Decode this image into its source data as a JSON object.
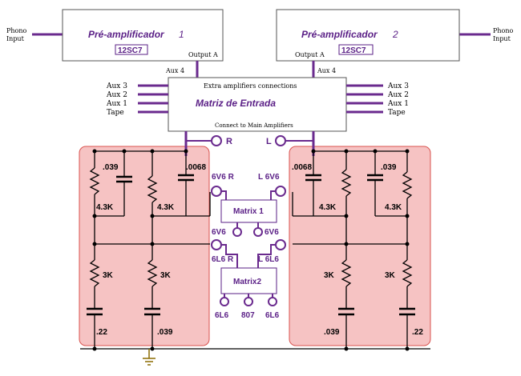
{
  "colors": {
    "purple": "#6a2a8e",
    "wire": "#000000",
    "pink": "#f6c3c3",
    "pink_border": "#d9534f",
    "box_border": "#555555",
    "chip_text": "#5a1f86"
  },
  "phono_left": {
    "line1": "Phono",
    "line2": "Input"
  },
  "phono_right": {
    "line1": "Phono",
    "line2": "Input"
  },
  "preamp_left": {
    "title": "Pré-amplificador",
    "number": "1",
    "tube": "12SC7",
    "output": "Output A"
  },
  "preamp_right": {
    "title": "Pré-amplificador",
    "number": "2",
    "tube": "12SC7",
    "output": "Output A"
  },
  "aux4_left": "Aux 4",
  "aux4_right": "Aux 4",
  "matriz": {
    "top_label": "Extra amplifiers connections",
    "title": "Matriz de Entrada",
    "bottom_label": "Connect to Main Amplifiers"
  },
  "inputs_left": [
    "Aux 3",
    "Aux 2",
    "Aux 1",
    "Tape"
  ],
  "inputs_right": [
    "Aux 3",
    "Aux 2",
    "Aux 1",
    "Tape"
  ],
  "channel_r": "R",
  "channel_l": "L",
  "left_network": {
    "cap1": ".039",
    "res1": "4.3K",
    "res2": "4.3K",
    "cap2": ".0068",
    "res3": "3K",
    "res4": "3K",
    "cap3": ".22",
    "cap4": ".039"
  },
  "right_network": {
    "cap1": ".0068",
    "res1": "4.3K",
    "cap2": ".039",
    "res2": "4.3K",
    "res3": "3K",
    "res4": "3K",
    "cap3": ".039",
    "cap4": ".22"
  },
  "matrix1": {
    "label": "Matrix 1",
    "top_left": "6V6 R",
    "top_right": "L 6V6",
    "bottom_left": "6V6",
    "bottom_right": "6V6"
  },
  "matrix2": {
    "label": "Matrix2",
    "top_left": "6L6 R",
    "top_right": "L 6L6",
    "out1": "6L6",
    "out2": "807",
    "out3": "6L6"
  }
}
